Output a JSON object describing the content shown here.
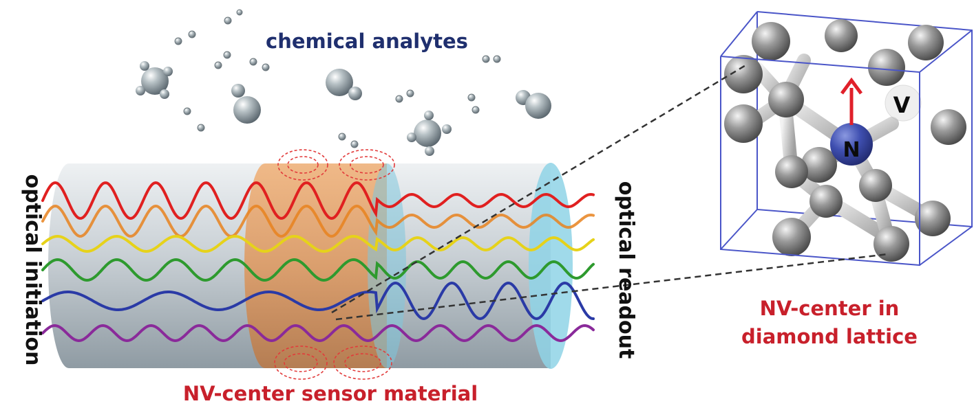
{
  "labels": {
    "analytes": "chemical analytes",
    "initiation": "optical initiation",
    "readout": "optical readout",
    "sensor_material": "NV-center sensor material",
    "lattice_line1": "NV-center in",
    "lattice_line2": "diamond lattice",
    "atom_n": "N",
    "atom_v": "V"
  },
  "colors": {
    "label_blue": "#1f2f6e",
    "label_red": "#c8202b",
    "cube_edge": "#4a55c8",
    "nitrogen": "#3a4aa0",
    "spin_arrow": "#e0202a",
    "wave_red": "#e02020",
    "wave_orange": "#e8821e",
    "wave_yellow": "#e6d21a",
    "wave_green": "#2e9a2e",
    "wave_blue": "#2a3aa6",
    "wave_violet": "#8a2a9a",
    "sensor_band": "#e8a060",
    "cyan_disk": "#8fd3e6"
  }
}
